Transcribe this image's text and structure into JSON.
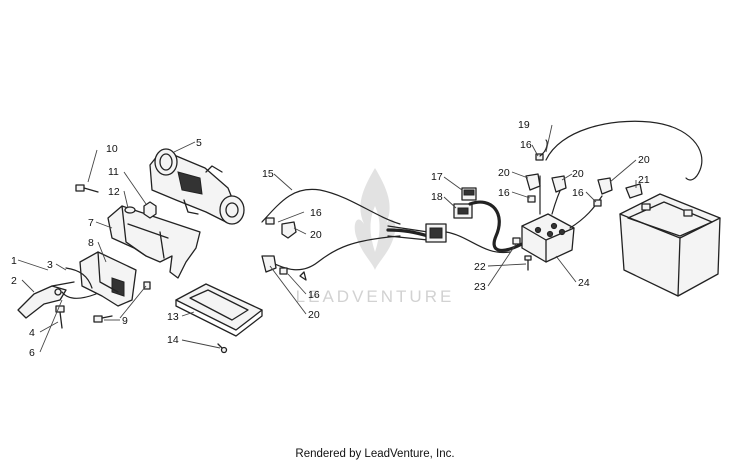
{
  "watermark": {
    "brand": "LEADVENTURE"
  },
  "footer": {
    "text": "Rendered by LeadVenture, Inc."
  },
  "callouts": [
    {
      "id": "c1",
      "label": "1"
    },
    {
      "id": "c2",
      "label": "2"
    },
    {
      "id": "c3",
      "label": "3"
    },
    {
      "id": "c4",
      "label": "4"
    },
    {
      "id": "c5",
      "label": "5"
    },
    {
      "id": "c6",
      "label": "6"
    },
    {
      "id": "c7",
      "label": "7"
    },
    {
      "id": "c8",
      "label": "8"
    },
    {
      "id": "c9",
      "label": "9"
    },
    {
      "id": "c10",
      "label": "10"
    },
    {
      "id": "c11",
      "label": "11"
    },
    {
      "id": "c12",
      "label": "12"
    },
    {
      "id": "c13",
      "label": "13"
    },
    {
      "id": "c14",
      "label": "14"
    },
    {
      "id": "c15",
      "label": "15"
    },
    {
      "id": "c16a",
      "label": "16"
    },
    {
      "id": "c16b",
      "label": "16"
    },
    {
      "id": "c16c",
      "label": "16"
    },
    {
      "id": "c16d",
      "label": "16"
    },
    {
      "id": "c16e",
      "label": "16"
    },
    {
      "id": "c17",
      "label": "17"
    },
    {
      "id": "c18",
      "label": "18"
    },
    {
      "id": "c19",
      "label": "19"
    },
    {
      "id": "c20a",
      "label": "20"
    },
    {
      "id": "c20b",
      "label": "20"
    },
    {
      "id": "c20c",
      "label": "20"
    },
    {
      "id": "c20d",
      "label": "20"
    },
    {
      "id": "c20e",
      "label": "20"
    },
    {
      "id": "c21",
      "label": "21"
    },
    {
      "id": "c22",
      "label": "22"
    },
    {
      "id": "c23",
      "label": "23"
    },
    {
      "id": "c24",
      "label": "24"
    }
  ]
}
